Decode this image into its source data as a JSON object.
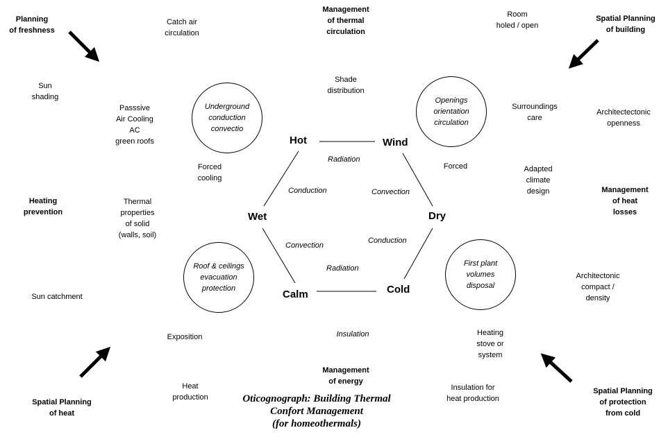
{
  "corners": {
    "top_left": [
      "Planning",
      "of freshness"
    ],
    "top_right": [
      "Spatial Planning",
      "of building"
    ],
    "bottom_left": [
      "Spatial Planning",
      "of heat"
    ],
    "bottom_right": [
      "Spatial Planning",
      "of protection",
      "from cold"
    ]
  },
  "bold_labels": {
    "mgmt_thermal": [
      "Management",
      "of  thermal",
      "circulation"
    ],
    "heating_prevention": [
      "Heating",
      "prevention"
    ],
    "mgmt_heat_losses": [
      "Management",
      "of  heat",
      "losses"
    ],
    "mgmt_energy": [
      "Management",
      "of  energy"
    ]
  },
  "labels": {
    "catch_air": [
      "Catch air",
      "circulation"
    ],
    "room": [
      "Room",
      "holed / open"
    ],
    "sun_shading": [
      "Sun",
      "shading"
    ],
    "shade_distribution": [
      "Shade",
      "distribution"
    ],
    "passive_cooling": [
      "Passsive",
      "Air Cooling",
      "AC",
      "green roofs"
    ],
    "surroundings": [
      "Surroundings",
      "care"
    ],
    "arch_openness": [
      "Architectectonic",
      "openness"
    ],
    "forced_cooling": [
      "Forced",
      "cooling"
    ],
    "forced": [
      "Forced"
    ],
    "adapted_climate": [
      "Adapted",
      "climate",
      "design"
    ],
    "thermal_properties": [
      "Thermal",
      "properties",
      "of solid",
      "(walls, soil)"
    ],
    "arch_compact": [
      "Architectonic",
      "compact /",
      "density"
    ],
    "sun_catchment": [
      "Sun catchment"
    ],
    "exposition": [
      "Exposition"
    ],
    "insulation": [
      "Insulation"
    ],
    "heating_stove": [
      "Heating",
      "stove or",
      "system"
    ],
    "heat_production": [
      "Heat",
      "production"
    ],
    "insulation_heat": [
      "Insulation for",
      "heat production"
    ]
  },
  "circles": {
    "underground": [
      "Underground",
      "conduction",
      "convectio"
    ],
    "openings": [
      "Openings",
      "orientation",
      "circulation"
    ],
    "roof": [
      "Roof & ceilings",
      "evacuation",
      "protection"
    ],
    "first_plant": [
      "First plant",
      "volumes",
      "disposal"
    ]
  },
  "hexagon": {
    "nodes": {
      "hot": "Hot",
      "wind": "Wind",
      "dry": "Dry",
      "cold": "Cold",
      "calm": "Calm",
      "wet": "Wet"
    },
    "edges": {
      "hot_wind": "Radiation",
      "wet_hot": "Conduction",
      "wind_dry": "Convection",
      "wet_calm": "Convection",
      "dry_cold": "Conduction",
      "calm_cold": "Radiation"
    }
  },
  "title": [
    "Oticognograph: Building Thermal",
    "Confort Management",
    "(for homeothermals)"
  ]
}
